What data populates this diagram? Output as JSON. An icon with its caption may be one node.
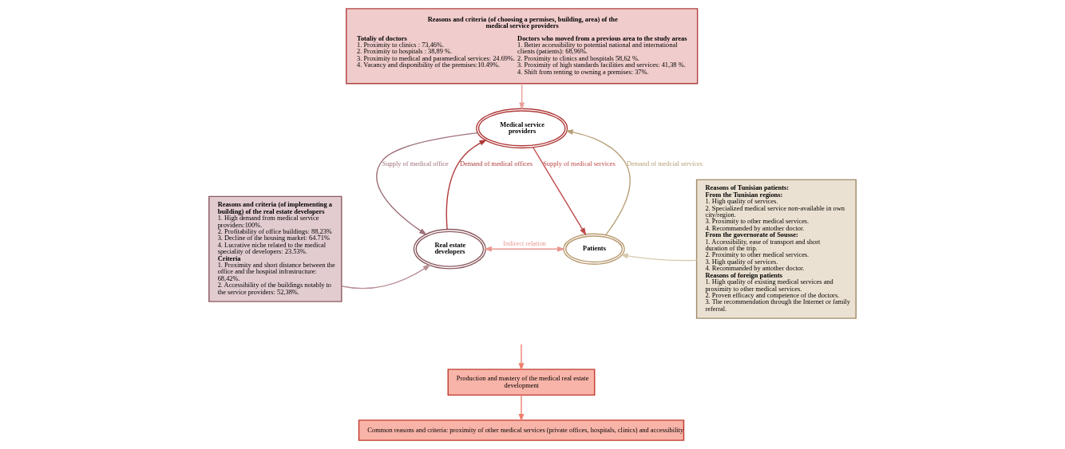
{
  "diagram": {
    "nodes": [
      {
        "text": [
          "Reasons and criteria (of choosing a permises, building, area) of the medical service providers",
          "Totaliy of doctors",
          "1. Proximity to clinics : 73,46%.",
          "2. Proximity to hospitals : 38,89 %.",
          "3. Proximity to medical and paramedical services: 24.69%.",
          "4. Vacancy and disponibility of the premises:10.49%.",
          "Doctors who moved from a previous area to the study areas",
          "1. Better accessibility to potential national and international clients (patients): 68,96%.",
          "2. Proximity to clinics and hospitals 58,62 %.",
          "3. Proximity of high standards facilities and services: 41,38 %.",
          "4. Shift from renting to owning a premises: 37%."
        ]
      },
      {
        "text": [
          "Medical service providers"
        ]
      },
      {
        "text": [
          "Reasons and criteria (of implementing a building) of the real estate developers",
          "1. High demand from medical service providers:100%.",
          "2. Profitability of office buildings: 88,23%",
          "3. Decline of the housing market: 64.71%",
          "4. Lucrative niche related to the medical speciality of developers: 23.53%.",
          "Criteria",
          "1. Proximity and short distance between the office and the hospital infrastructure: 68,42%.",
          "2. Accessibility of the buildings notably to the service providers: 52,38%."
        ]
      },
      {
        "text": [
          "Real estate developers"
        ]
      },
      {
        "text": [
          "Patients"
        ]
      },
      {
        "text": [
          "Reasons of Tunisian patients:",
          "From the Tunisian regions:",
          "1. High quality of services.",
          "2. Specialized medical service non-available in own city/region.",
          "3. Proximity to other medical services.",
          "4. Recommanded by antother doctor.",
          "From the governorate of Sousse:",
          "1. Accessibility, ease of transport and short duration of the trip.",
          "2. Proximity to other medical services.",
          "3. High quality of services.",
          "4. Recommanded by antother doctor.",
          "Reasons of foreign patients",
          "1. High quality of existing medical services and proximity to other medical services.",
          "2. Proven efficacy and competence of the doctors.",
          "3. The recommendation through the Internet or family referral."
        ]
      },
      {
        "text": [
          "Production and mastery of the medical real estate development"
        ]
      },
      {
        "text": [
          "Common reasons and criteria: proximity of other medical services (private offices, hospitals, clinics) and accessibility"
        ]
      }
    ],
    "edges": [
      {
        "from": 0,
        "to": 1,
        "arrow": "to",
        "color": "#e8a09a"
      },
      {
        "from": 2,
        "to": 3,
        "arrow": "to",
        "color": "#b89096"
      },
      {
        "from": 5,
        "to": 4,
        "arrow": "to",
        "color": "#d8c8b0"
      },
      {
        "from": 3,
        "to": 1,
        "label": "Demand of medical offices",
        "arrow": "to",
        "color": "#b03a3a"
      },
      {
        "from": 1,
        "to": 3,
        "label": "Supply of medical office",
        "arrow": "to",
        "color": "#9e7078"
      },
      {
        "from": 1,
        "to": 4,
        "label": "Supply of medical services",
        "arrow": "to",
        "color": "#c04848"
      },
      {
        "from": 4,
        "to": 1,
        "label": "Demand of medcial services",
        "arrow": "to",
        "color": "#b8a078"
      },
      {
        "from": 3,
        "to": 4,
        "label": "Indirect relation",
        "arrow": "both",
        "color": "#e89890"
      },
      {
        "from": null,
        "to": 6,
        "arrow": "to",
        "color": "#f08070"
      },
      {
        "from": 6,
        "to": 7,
        "arrow": "to",
        "color": "#f08070"
      }
    ]
  }
}
